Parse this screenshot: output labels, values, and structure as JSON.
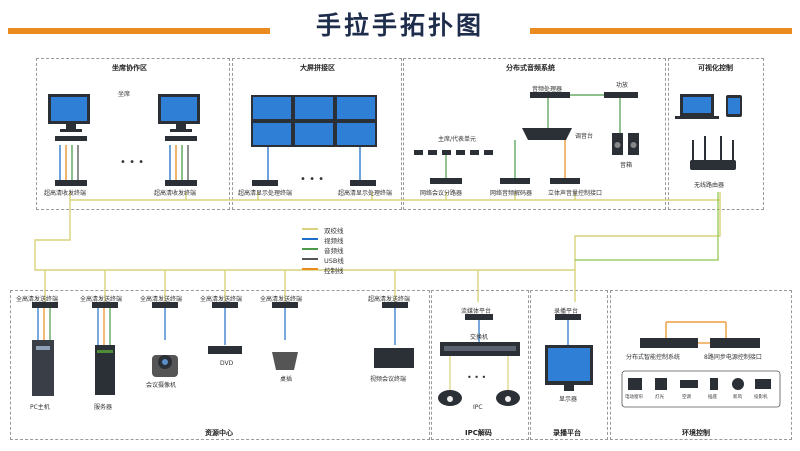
{
  "title": "手拉手拓扑图",
  "colors": {
    "accent": "#e98b1f",
    "device": "#2b2f36",
    "screen": "#2f7fd6",
    "line_yellow": "#d9d27a",
    "line_green": "#8bc34a"
  },
  "zones": {
    "seat": "坐席协作区",
    "wall": "大屏拼接区",
    "audio": "分布式音频系统",
    "visual": "可视化控制",
    "resource": "资源中心",
    "ipc": "IPC解码",
    "record": "录播平台",
    "env": "环境控制"
  },
  "labels": {
    "seat": "坐席",
    "seat_rx1": "超高清收发终端",
    "seat_rx2": "超高清收发终端",
    "wall_t1": "超高清显示处理终端",
    "wall_t2": "超高清显示处理终端",
    "audio_proc": "音频处理器",
    "amp": "功放",
    "mic_unit": "主席/代表单元",
    "mixer": "调音台",
    "speaker": "音箱",
    "net_split": "网络会议分路器",
    "net_decoder": "网络音频解码器",
    "stereo_port": "立体声音量控制接口",
    "router": "无线路由器",
    "tx1": "全高清发送终端",
    "tx2": "全高清发送终端",
    "tx3": "全高清发送终端",
    "tx4": "全高清发送终端",
    "tx5": "全高清发送终端",
    "tx6": "超高清发送终端",
    "pc": "PC主机",
    "server": "服务器",
    "camera": "会议摄像机",
    "dvd": "DVD",
    "desk": "桌插",
    "vconf": "视频会议终端",
    "stream": "流媒体平台",
    "switch": "交换机",
    "ipc": "IPC",
    "rec_platform": "录播平台",
    "display": "显示器",
    "dist_ctrl": "分布式智能控制系统",
    "power_port": "8路同步电源控制接口",
    "env_1": "电动窗帘",
    "env_2": "灯光",
    "env_3": "空调",
    "env_4": "插座",
    "env_5": "新风",
    "env_6": "投影机"
  },
  "legend": [
    {
      "label": "双绞线",
      "color": "#d9d27a"
    },
    {
      "label": "视频线",
      "color": "#1e6fc9"
    },
    {
      "label": "音频线",
      "color": "#4a9a4a"
    },
    {
      "label": "USB线",
      "color": "#555555"
    },
    {
      "label": "控制线",
      "color": "#e98b1f"
    }
  ]
}
